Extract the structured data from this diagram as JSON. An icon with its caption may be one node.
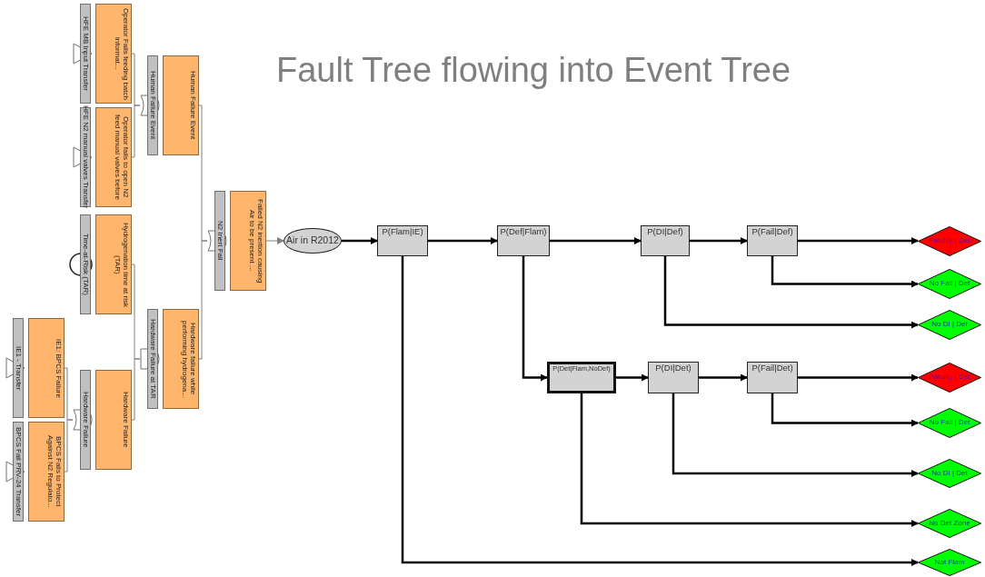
{
  "diagram": {
    "title": "Fault Tree flowing into Event Tree",
    "nodes": [
      {
        "text": [
          "HFE MB Input Transfer",
          "Operator Fails feeding batch informat..."
        ]
      },
      {
        "text": [
          "HFE N2 manual valves Transfer",
          "Operator fails to open N2 feed manual valves before"
        ]
      },
      {
        "text": [
          "Human Failure Event",
          "Human Failure Event"
        ]
      },
      {
        "text": [
          "N2 Inert Fail",
          "Failed N2 inertion causing Air to be present ..."
        ]
      },
      {
        "text": [
          "Time-at-Risk (TAR)",
          "Hydrogenation time at risk (TAR)"
        ]
      },
      {
        "text": [
          "Hardware Failure at TAR",
          "Hardware failure while performing hydrogena..."
        ]
      },
      {
        "text": [
          "IE1 - Transfer",
          "IE1: BPCS Failure"
        ]
      },
      {
        "text": [
          "BPCS Fail PRV-24 Transfer",
          "BPCS Fails to Protect Against N2 Regulato..."
        ]
      },
      {
        "text": [
          "Hardware Failure",
          "Hardware Failure"
        ]
      },
      {
        "text": [
          "Air in R2012"
        ]
      },
      {
        "text": [
          "P(Flam|IE)"
        ]
      },
      {
        "text": [
          "P(Def|Flam)"
        ]
      },
      {
        "text": [
          "P(DI|Def)"
        ]
      },
      {
        "text": [
          "P(Fail|Def)"
        ]
      },
      {
        "text": [
          "Fatality | Def"
        ]
      },
      {
        "text": [
          "No Fail | Def"
        ]
      },
      {
        "text": [
          "No DI | Def"
        ]
      },
      {
        "text": [
          "P(Det|Flam,NoDef)"
        ]
      },
      {
        "text": [
          "P(DI|Det)"
        ]
      },
      {
        "text": [
          "P(Fail|Det)"
        ]
      },
      {
        "text": [
          "Fatality | Det"
        ]
      },
      {
        "text": [
          "No Fail | Det"
        ]
      },
      {
        "text": [
          "No DI | Det"
        ]
      },
      {
        "text": [
          "No Det Zone"
        ]
      },
      {
        "text": [
          "Not Flam"
        ]
      }
    ],
    "edges": [
      {
        "from": 0,
        "to": 2,
        "arrow": "none",
        "color": "#808080"
      },
      {
        "from": 1,
        "to": 2,
        "arrow": "none",
        "color": "#808080"
      },
      {
        "from": 2,
        "to": 3,
        "arrow": "none",
        "color": "#808080"
      },
      {
        "from": 4,
        "to": 5,
        "arrow": "none",
        "color": "#808080"
      },
      {
        "from": 6,
        "to": 8,
        "arrow": "none",
        "color": "#808080"
      },
      {
        "from": 7,
        "to": 8,
        "arrow": "none",
        "color": "#808080"
      },
      {
        "from": 8,
        "to": 5,
        "arrow": "none",
        "color": "#808080"
      },
      {
        "from": 5,
        "to": 3,
        "arrow": "none",
        "color": "#808080"
      },
      {
        "from": 3,
        "to": 9,
        "arrow": "to",
        "color": "#808080"
      },
      {
        "from": 9,
        "to": 10,
        "arrow": "to"
      },
      {
        "from": 10,
        "to": 11,
        "arrow": "to"
      },
      {
        "from": 10,
        "to": 24,
        "arrow": "to"
      },
      {
        "from": 11,
        "to": 12,
        "arrow": "to"
      },
      {
        "from": 11,
        "to": 17,
        "arrow": "to"
      },
      {
        "from": 12,
        "to": 13,
        "arrow": "to"
      },
      {
        "from": 12,
        "to": 16,
        "arrow": "to"
      },
      {
        "from": 13,
        "to": 14,
        "arrow": "to"
      },
      {
        "from": 13,
        "to": 15,
        "arrow": "to"
      },
      {
        "from": 17,
        "to": 18,
        "arrow": "to"
      },
      {
        "from": 17,
        "to": 23,
        "arrow": "to"
      },
      {
        "from": 18,
        "to": 19,
        "arrow": "to"
      },
      {
        "from": 18,
        "to": 22,
        "arrow": "to"
      },
      {
        "from": 19,
        "to": 20,
        "arrow": "to"
      },
      {
        "from": 19,
        "to": 21,
        "arrow": "to"
      }
    ]
  }
}
